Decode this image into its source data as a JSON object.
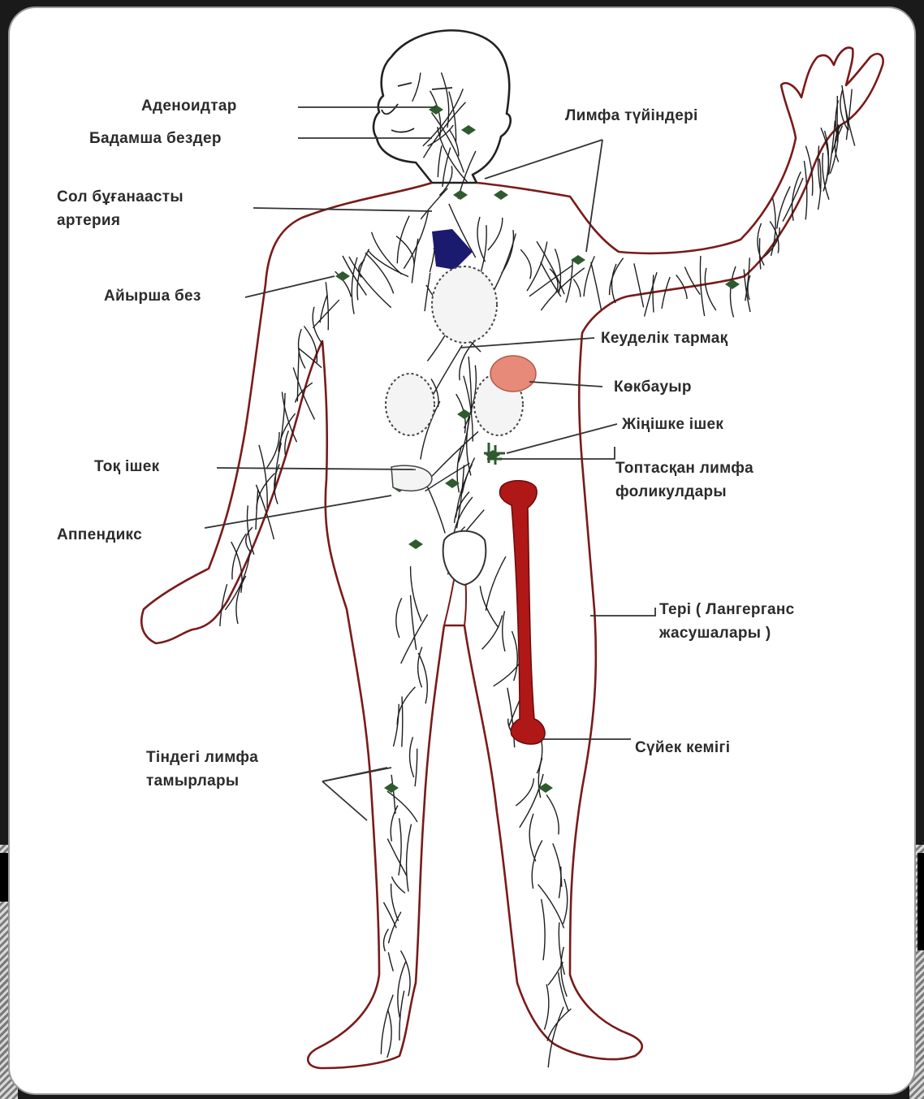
{
  "labels": {
    "adenoids": "Аденоидтар",
    "tonsils": "Бадамша бездер",
    "subclavian_artery_line1": "Сол бұғанаасты",
    "subclavian_artery_line2": "артерия",
    "thymus": "Айырша без",
    "colon": "Тоқ ішек",
    "appendix": "Аппендикс",
    "tissue_vessels_line1": "Тіндегі лимфа",
    "tissue_vessels_line2": "тамырлары",
    "lymph_nodes": "Лимфа түйіндері",
    "thoracic_duct": "Кеуделік тармақ",
    "spleen": "Көкбауыр",
    "small_intestine": "Жіңішке ішек",
    "peyer_patches_line1": "Топтасқан лимфа",
    "peyer_patches_line2": "фоликулдары",
    "skin_line1": "Тері ( Лангерганс",
    "skin_line2": "жасушалары )",
    "bone_marrow": "Сүйек кемігі"
  },
  "colors": {
    "outline": "#7a1a1a",
    "lymph_vessel": "#1e1e1e",
    "lymph_node": "#2f5a2f",
    "thymus_blue": "#1a1a6e",
    "spleen": "#e88a7a",
    "bone_marrow": "#b01818",
    "organ_fill": "#f4f4f4",
    "leader_line": "#333333",
    "panel_border": "#9a9a9a"
  }
}
